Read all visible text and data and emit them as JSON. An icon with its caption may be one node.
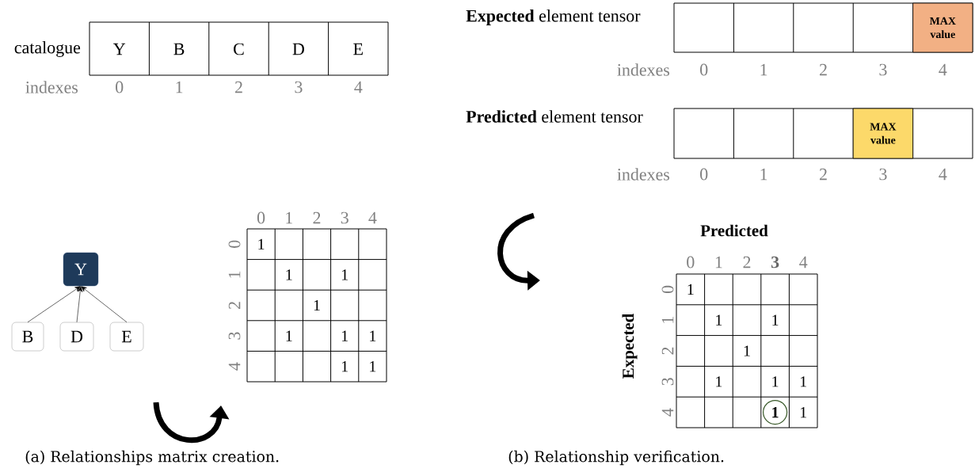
{
  "diagram": {
    "nodes": [
      {
        "text": [
          "Y"
        ]
      },
      {
        "text": [
          "B"
        ]
      },
      {
        "text": [
          "D"
        ]
      },
      {
        "text": [
          "E"
        ]
      },
      {
        "text": [
          "MAX value"
        ]
      },
      {
        "text": [
          "MAX value"
        ]
      }
    ],
    "edges": [
      {
        "from": 1,
        "to": 0,
        "arrow": "to"
      },
      {
        "from": 2,
        "to": 0,
        "arrow": "to"
      },
      {
        "from": 3,
        "to": 0,
        "arrow": "to"
      }
    ],
    "labels": [
      "catalogue",
      "Y",
      "B",
      "C",
      "D",
      "E",
      "indexes",
      "0",
      "1",
      "2",
      "3",
      "4",
      "0",
      "1",
      "2",
      "3",
      "4",
      "0",
      "1",
      "1",
      "1",
      "1",
      "2",
      "1",
      "3",
      "1",
      "1",
      "1",
      "4",
      "1",
      "1",
      "**Expected** element tensor",
      "indexes",
      "0",
      "1",
      "2",
      "3",
      "4",
      "**Predicted** element tensor",
      "indexes",
      "0",
      "1",
      "2",
      "3",
      "4",
      "Predicted",
      "0",
      "1",
      "2",
      "3",
      "4",
      "Expected",
      "0",
      "1",
      "1",
      "1",
      "1",
      "2",
      "1",
      "3",
      "1",
      "1",
      "1",
      "4",
      "1",
      "1",
      "(a) Relationships matrix creation.",
      "(b) Relationship verification."
    ]
  }
}
